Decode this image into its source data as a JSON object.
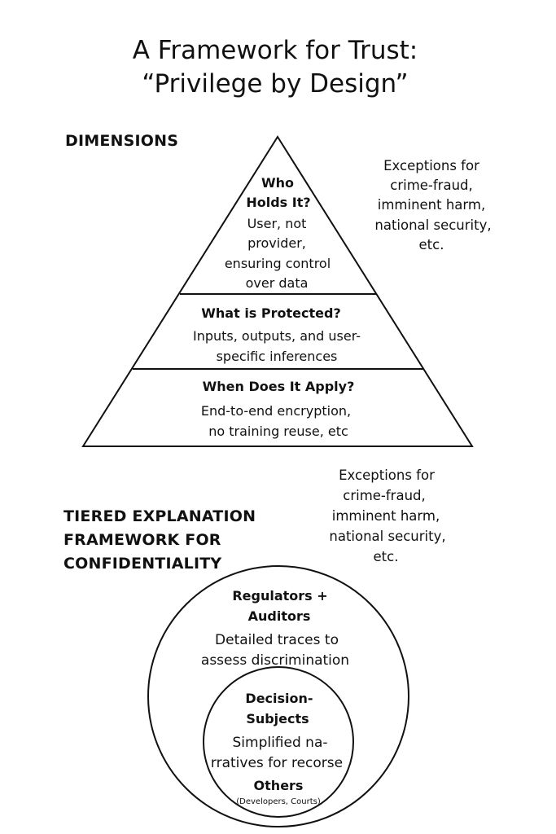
{
  "title": {
    "line1": "A Framework for Trust:",
    "line2": "“Privilege by Design”"
  },
  "dimensions": {
    "heading": "DIMENSIONS",
    "tiers": [
      {
        "title": [
          "Who",
          "Holds It?"
        ],
        "body": [
          "User, not",
          "provider,",
          "ensuring control",
          "over data"
        ]
      },
      {
        "title": [
          "What is Protected?"
        ],
        "body": [
          "Inputs, outputs, and user-",
          "specific inferences"
        ]
      },
      {
        "title": [
          "When Does It Apply?"
        ],
        "body": [
          "End-to-end encryption,",
          "no training reuse, etc"
        ]
      }
    ],
    "exceptions": [
      "Exceptions for",
      "crime-fraud,",
      "imminent harm,",
      "national security,",
      "etc."
    ]
  },
  "tiered": {
    "heading": [
      "TIERED EXPLANATION",
      "FRAMEWORK FOR",
      "CONFIDENTIALITY"
    ],
    "exceptions": [
      "Exceptions for",
      "crime-fraud,",
      "imminent harm,",
      "national security,",
      "etc."
    ],
    "outer": {
      "title": [
        "Regulators +",
        "Auditors"
      ],
      "body": [
        "Detailed traces to",
        "assess discrimination"
      ]
    },
    "inner": {
      "title": [
        "Decision-",
        "Subjects"
      ],
      "body": [
        "Simplified na-",
        "rratives for recorse"
      ],
      "others": "Others",
      "others_note": "(Developers, Courts)"
    }
  }
}
